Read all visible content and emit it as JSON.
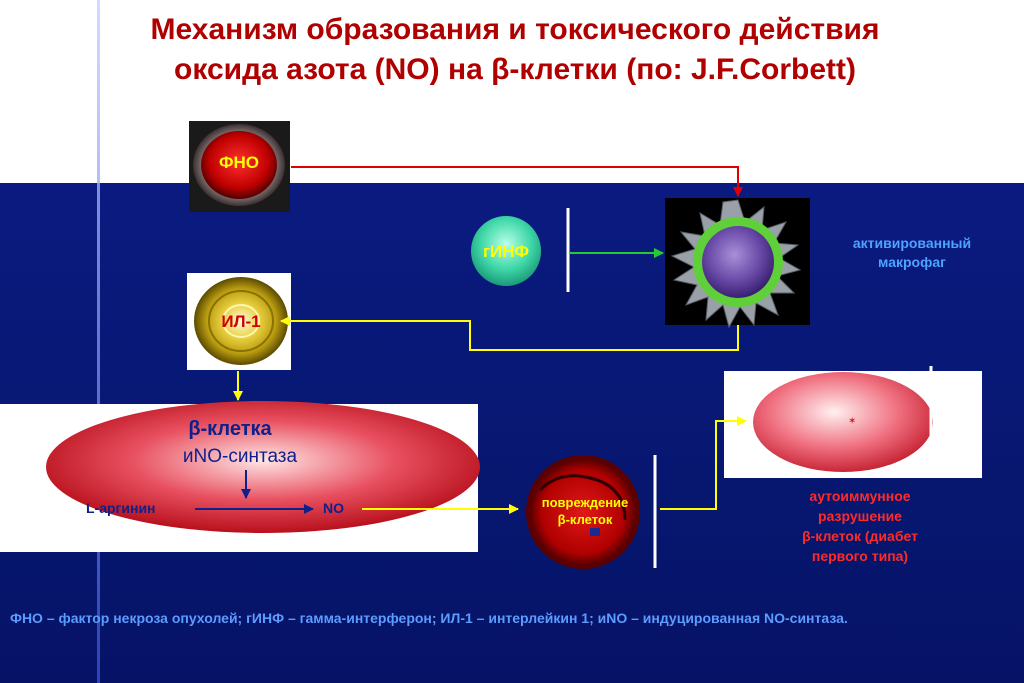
{
  "title": {
    "line1": "Механизм образования и токсического действия",
    "line2": "оксида азота (NO) на  β-клетки (по: J.F.Corbett)"
  },
  "nodes": {
    "fno": "ФНО",
    "ginf": "гИНФ",
    "il1": "ИЛ-1",
    "macrophage_line1": "активированный",
    "macrophage_line2": "макрофаг",
    "beta_cell": "β-клетка",
    "ino_synthase": "иNO-синтаза",
    "l_arginine": "L-аргинин",
    "no": "NO",
    "damage_line1": "повреждение",
    "damage_line2": "β-клеток",
    "autoimmune_line1": "аутоиммунное",
    "autoimmune_line2": "разрушение",
    "autoimmune_line3": "β-клеток (диабет",
    "autoimmune_line4": "первого типа)"
  },
  "footer": "ФНО – фактор некроза опухолей; гИНФ – гамма-интерферон; ИЛ-1 – интерлейкин 1; иNO – индуцированная NO-синтаза.",
  "colors": {
    "title": "#b00000",
    "background": "#071770",
    "red_arrow": "#e00000",
    "green_arrow": "#22cc33",
    "yellow_arrow": "#ffff00",
    "macrophage_label": "#4da3ff",
    "autoimmune_label": "#ff2a2a",
    "footer": "#5d9cff"
  }
}
